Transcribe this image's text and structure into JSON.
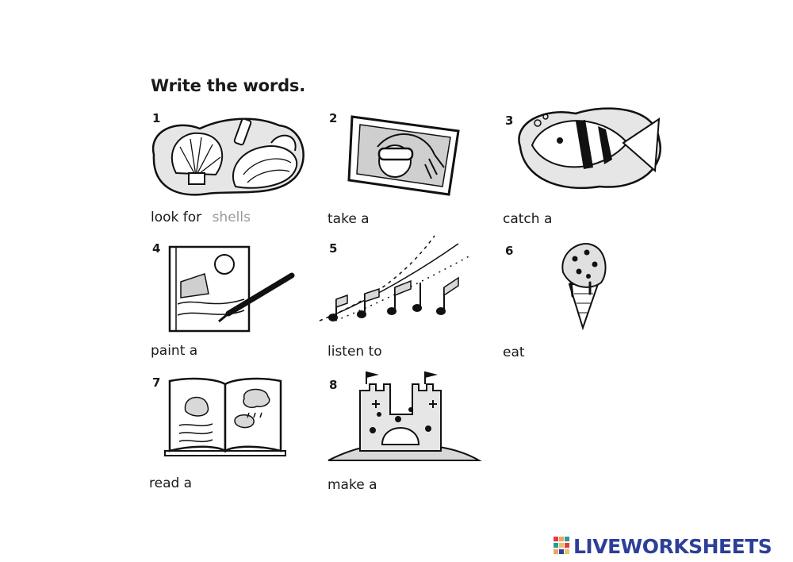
{
  "worksheet": {
    "title": "Write the words.",
    "items": [
      {
        "number": "1",
        "prompt": "look for",
        "answer": "shells",
        "icon": "shells-icon"
      },
      {
        "number": "2",
        "prompt": "take a",
        "answer": "",
        "icon": "photo-icon"
      },
      {
        "number": "3",
        "prompt": "catch a",
        "answer": "",
        "icon": "fish-icon"
      },
      {
        "number": "4",
        "prompt": "paint a",
        "answer": "",
        "icon": "painting-icon"
      },
      {
        "number": "5",
        "prompt": "listen to",
        "answer": "",
        "icon": "music-icon"
      },
      {
        "number": "6",
        "prompt": "eat",
        "answer": "",
        "icon": "ice-cream-icon"
      },
      {
        "number": "7",
        "prompt": "read a",
        "answer": "",
        "icon": "book-icon"
      },
      {
        "number": "8",
        "prompt": "make a",
        "answer": "",
        "icon": "sandcastle-icon"
      }
    ]
  },
  "branding": {
    "logo_text": "LIVEWORKSHEETS",
    "logo_color": "#2e3f98"
  }
}
